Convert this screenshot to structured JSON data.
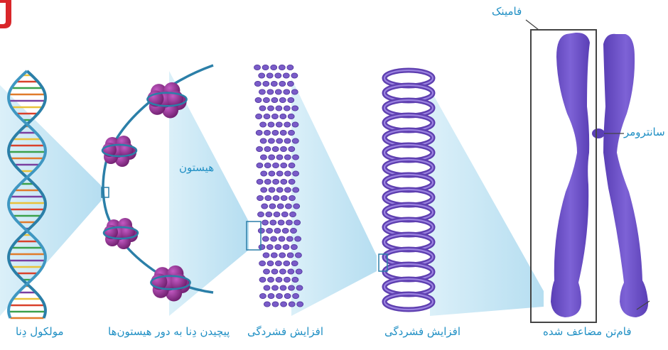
{
  "labels": {
    "dna_molecule": "مولکول دِنا",
    "wrapping": "پیچیدن دِنا به دور هیستون‌ها",
    "condensation_1": "افزایش فشردگی",
    "condensation_2": "افزایش فشردگی",
    "duplicated_chromosome": "فام‌تن مضاعف شده",
    "histone": "هیستون",
    "chromatid": "فامینک",
    "centromere": "سانترومر"
  },
  "colors": {
    "label": "#1f8fc4",
    "dna_strand": "#2b7fa8",
    "histone": "#8e2d8e",
    "fiber": "#6e4bb3",
    "chromosome": "#6a4fc2",
    "cone": "#bfe3f2",
    "corner_mark": "#d9262a"
  }
}
